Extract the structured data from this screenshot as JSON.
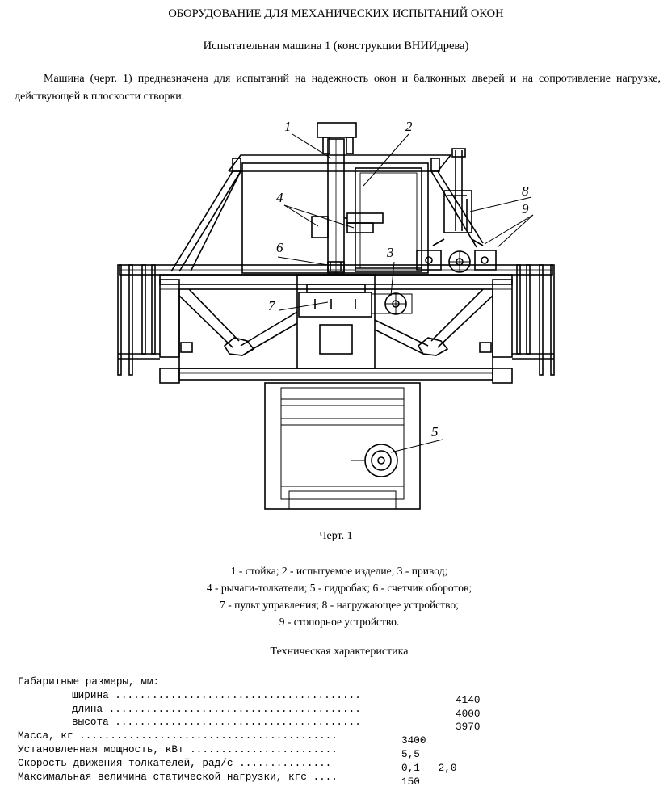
{
  "document": {
    "title": "ОБОРУДОВАНИЕ ДЛЯ МЕХАНИЧЕСКИХ ИСПЫТАНИЙ ОКОН",
    "subtitle": "Испытательная машина 1 (конструкции ВНИИдрева)",
    "paragraph": "Машина (черт. 1) предназначена для испытаний на надежность окон и балконных дверей и на сопротивление нагрузке, действующей в плоскости створки.",
    "drawing_labels": [
      "1",
      "2",
      "3",
      "4",
      "5",
      "6",
      "7",
      "8",
      "9"
    ],
    "caption": "Черт. 1",
    "legend_lines": [
      "1 - стойка; 2 - испытуемое изделие; 3 - привод;",
      "4 - рычаги-толкатели; 5 - гидробак; 6 - счетчик оборотов;",
      "7 - пульт управления; 8 - нагружающее устройство;",
      "9 - стопорное устройство."
    ],
    "tech_title": "Техническая характеристика",
    "specs": {
      "group_label": "Габаритные размеры, мм:",
      "width_label": "ширина ........................................",
      "width_value": "4140",
      "length_label": "длина .........................................",
      "length_value": "4000",
      "height_label": "высота ........................................",
      "height_value": "3970",
      "mass_label": "Масса, кг ..........................................",
      "mass_value": "3400",
      "power_label": "Установленная мощность, кВт ........................",
      "power_value": "5,5",
      "speed_label": "Скорость движения толкателей, рад/с ...............",
      "speed_value": "0,1 - 2,0",
      "load_label": "Максимальная величина статической нагрузки, кгс ....",
      "load_value": "150"
    }
  }
}
